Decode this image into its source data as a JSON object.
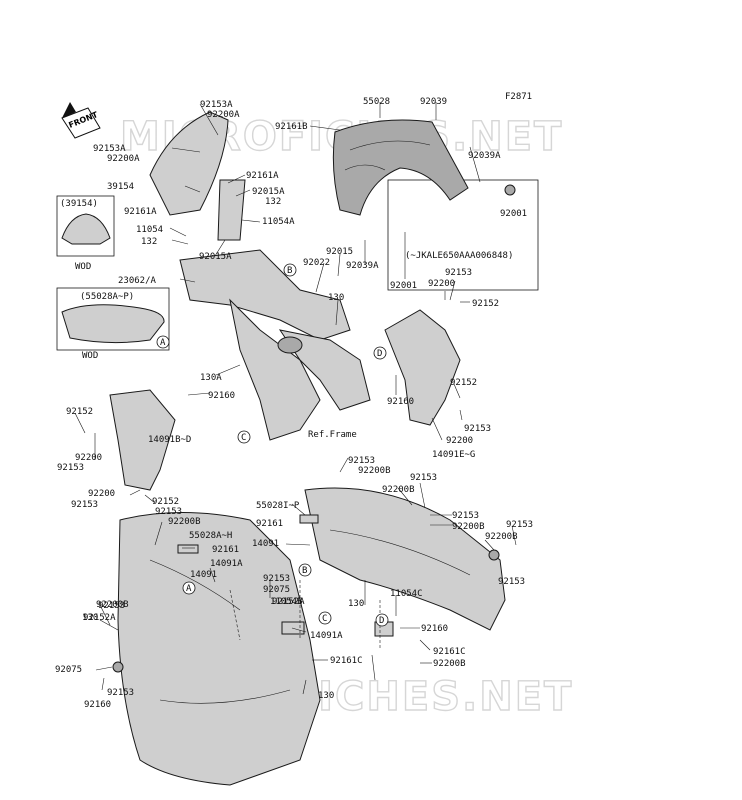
{
  "figure_code": "F2871",
  "watermark": "MICROFICHES.NET",
  "front_label": "FRONT",
  "frame_label": "Ref.Frame",
  "inset_windshield": {
    "part": "(39154)",
    "note": "WOD"
  },
  "inset_cowl": {
    "part": "(55028A~P)",
    "note": "WOD"
  },
  "serial_note": "(~JKALE650AAA006848)",
  "callouts": [
    "A",
    "B",
    "C",
    "D"
  ],
  "labels": [
    {
      "id": "l1",
      "text": "92153A"
    },
    {
      "id": "l2",
      "text": "92200A"
    },
    {
      "id": "l3",
      "text": "92153A"
    },
    {
      "id": "l4",
      "text": "92200A"
    },
    {
      "id": "l5",
      "text": "39154"
    },
    {
      "id": "l6",
      "text": "92161A"
    },
    {
      "id": "l7",
      "text": "92161A"
    },
    {
      "id": "l8",
      "text": "92015A"
    },
    {
      "id": "l9",
      "text": "132"
    },
    {
      "id": "l10",
      "text": "11054A"
    },
    {
      "id": "l11",
      "text": "11054"
    },
    {
      "id": "l12",
      "text": "132"
    },
    {
      "id": "l13",
      "text": "92015A"
    },
    {
      "id": "l14",
      "text": "23062/A"
    },
    {
      "id": "l15",
      "text": "55028"
    },
    {
      "id": "l16",
      "text": "92039"
    },
    {
      "id": "l17",
      "text": "92161B"
    },
    {
      "id": "l18",
      "text": "92039A"
    },
    {
      "id": "l19",
      "text": "92001"
    },
    {
      "id": "l20",
      "text": "92015"
    },
    {
      "id": "l21",
      "text": "92022"
    },
    {
      "id": "l22",
      "text": "92039A"
    },
    {
      "id": "l23",
      "text": "92001"
    },
    {
      "id": "l24",
      "text": "92153"
    },
    {
      "id": "l25",
      "text": "92200"
    },
    {
      "id": "l26",
      "text": "92152"
    },
    {
      "id": "l27",
      "text": "130"
    },
    {
      "id": "l28",
      "text": "130A"
    },
    {
      "id": "l29",
      "text": "92160"
    },
    {
      "id": "l30",
      "text": "92152"
    },
    {
      "id": "l31",
      "text": "92200"
    },
    {
      "id": "l32",
      "text": "92153"
    },
    {
      "id": "l33",
      "text": "14091B~D"
    },
    {
      "id": "l34",
      "text": "92160"
    },
    {
      "id": "l35",
      "text": "92152"
    },
    {
      "id": "l36",
      "text": "92153"
    },
    {
      "id": "l37",
      "text": "92200"
    },
    {
      "id": "l38",
      "text": "14091E~G"
    },
    {
      "id": "l39",
      "text": "92200"
    },
    {
      "id": "l40",
      "text": "92152"
    },
    {
      "id": "l41",
      "text": "92153"
    },
    {
      "id": "l42",
      "text": "92153"
    },
    {
      "id": "l43",
      "text": "92200B"
    },
    {
      "id": "l44",
      "text": "55028A~H"
    },
    {
      "id": "l45",
      "text": "92161"
    },
    {
      "id": "l46",
      "text": "14091A"
    },
    {
      "id": "l47",
      "text": "14091"
    },
    {
      "id": "l48",
      "text": "92153"
    },
    {
      "id": "l49",
      "text": "92200B"
    },
    {
      "id": "l50",
      "text": "92153"
    },
    {
      "id": "l51",
      "text": "92200B"
    },
    {
      "id": "l52",
      "text": "55028I~P"
    },
    {
      "id": "l53",
      "text": "92161"
    },
    {
      "id": "l54",
      "text": "14091"
    },
    {
      "id": "l55",
      "text": "92153"
    },
    {
      "id": "l56",
      "text": "92200B"
    },
    {
      "id": "l57",
      "text": "92153"
    },
    {
      "id": "l58",
      "text": "92200B"
    },
    {
      "id": "l59",
      "text": "92153"
    },
    {
      "id": "l60",
      "text": "92075"
    },
    {
      "id": "l61",
      "text": "92152A"
    },
    {
      "id": "l62",
      "text": "92153"
    },
    {
      "id": "l63",
      "text": "92200B"
    },
    {
      "id": "l64",
      "text": "130"
    },
    {
      "id": "l65",
      "text": "11054B"
    },
    {
      "id": "l66",
      "text": "14091A"
    },
    {
      "id": "l67",
      "text": "130"
    },
    {
      "id": "l68",
      "text": "11054C"
    },
    {
      "id": "l69",
      "text": "92160"
    },
    {
      "id": "l70",
      "text": "92161C"
    },
    {
      "id": "l71",
      "text": "92200B"
    },
    {
      "id": "l72",
      "text": "92153"
    },
    {
      "id": "l73",
      "text": "92152A"
    },
    {
      "id": "l74",
      "text": "92075"
    },
    {
      "id": "l75",
      "text": "92153"
    },
    {
      "id": "l76",
      "text": "92160"
    },
    {
      "id": "l77",
      "text": "92161C"
    },
    {
      "id": "l78",
      "text": "130"
    }
  ]
}
